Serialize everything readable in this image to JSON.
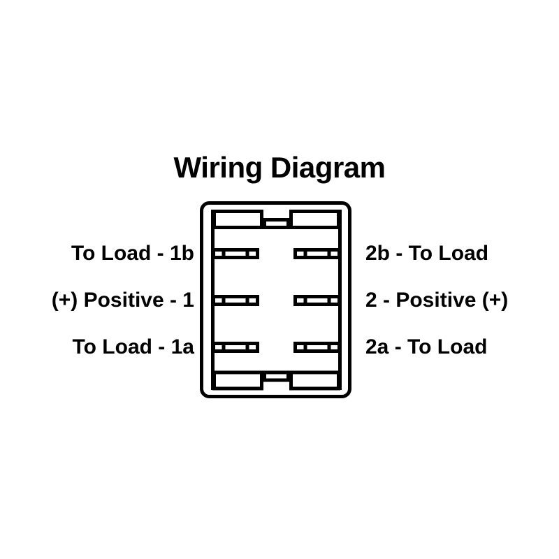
{
  "title": "Wiring Diagram",
  "diagram": {
    "kind": "rocker-switch-terminal-wiring",
    "device_name": "rocker-switch-body",
    "rows": 3,
    "terminal_columns": 2,
    "colors": {
      "background": "#ffffff",
      "line": "#000000",
      "fill": "#ffffff"
    }
  },
  "labels": {
    "left": [
      {
        "text": "To Load - 1b",
        "pin": "1b",
        "role": "To Load"
      },
      {
        "text": "(+) Positive - 1",
        "pin": "1",
        "role": "Positive"
      },
      {
        "text": "To Load - 1a",
        "pin": "1a",
        "role": "To Load"
      }
    ],
    "right": [
      {
        "text": "2b - To Load",
        "pin": "2b",
        "role": "To Load"
      },
      {
        "text": "2 - Positive (+)",
        "pin": "2",
        "role": "Positive"
      },
      {
        "text": "2a - To Load",
        "pin": "2a",
        "role": "To Load"
      }
    ]
  }
}
